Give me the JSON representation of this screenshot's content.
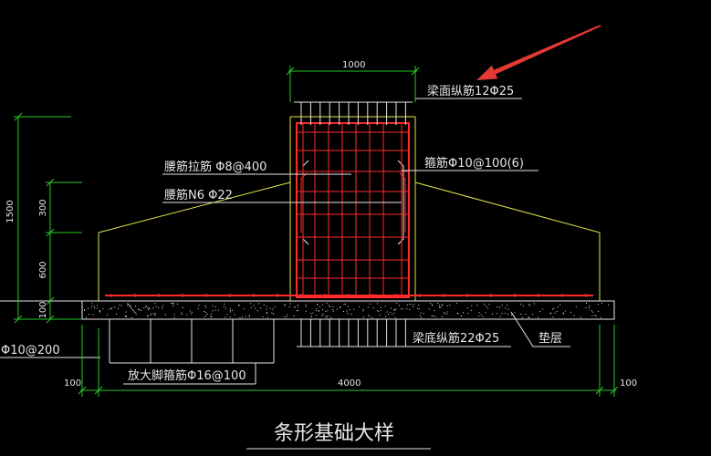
{
  "drawing": {
    "title": "条形基础大样",
    "dimensions": {
      "beam_width": "1000",
      "total_height": "1500",
      "beam_upper_height": "300",
      "haunch_height": "600",
      "cushion_thickness": "100",
      "left_offset": "100",
      "footing_width": "4000",
      "right_offset": "100"
    },
    "labels": {
      "top_rebar": "梁面纵筋12Φ25",
      "waist_tie": "腰筋拉筋 Φ8@400",
      "stirrup": "箍筋Φ10@100(6)",
      "waist_rebar": "腰筋N6 Φ22",
      "bottom_rebar": "梁底纵筋22Φ25",
      "cushion": "垫层",
      "distribution_rebar": "Φ10@200",
      "footing_stirrup": "放大脚箍筋Φ16@100"
    }
  },
  "colors": {
    "background": "#000000",
    "outline": "#e6e64c",
    "rebar": "#ff2a2a",
    "dimension": "#27c927",
    "annotation": "#e6e6e6",
    "arrow": "#e53935"
  },
  "icons": {
    "pointer": "red-arrow-icon"
  }
}
